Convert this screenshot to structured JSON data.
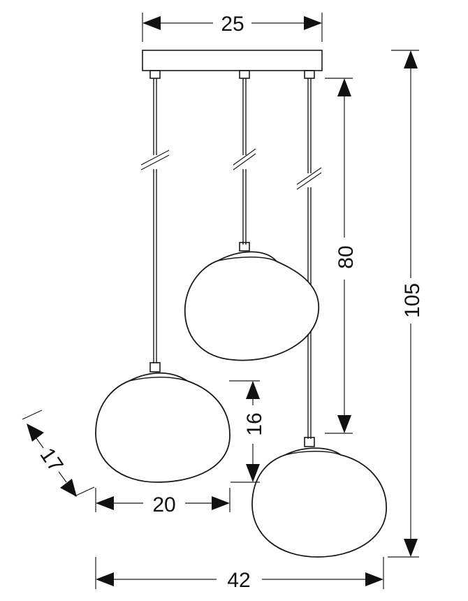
{
  "dimensions": {
    "canopy_width": "25",
    "total_height": "105",
    "cable_length": "80",
    "shade_height": "16",
    "shade_width": "20",
    "shade_depth": "17",
    "total_width": "42"
  },
  "colors": {
    "stroke": "#1a1a1a",
    "arrow": "#111111",
    "background": "#ffffff"
  }
}
